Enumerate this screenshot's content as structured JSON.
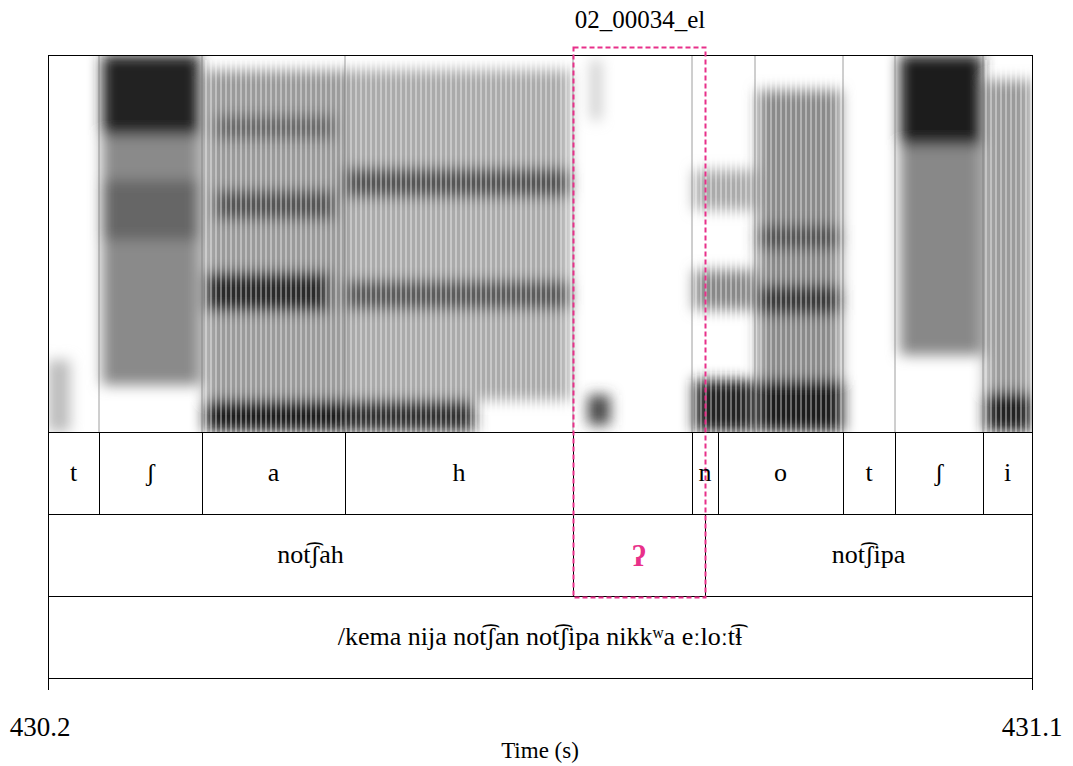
{
  "diagram": {
    "title": "02_00034_el",
    "nodes": [
      {
        "text": [
          "t"
        ]
      },
      {
        "text": [
          "ʃ"
        ]
      },
      {
        "text": [
          "a"
        ]
      },
      {
        "text": [
          "h"
        ]
      },
      {
        "text": [
          "n"
        ]
      },
      {
        "text": [
          "o"
        ]
      },
      {
        "text": [
          "t"
        ]
      },
      {
        "text": [
          "ʃ"
        ]
      },
      {
        "text": [
          "i"
        ]
      },
      {
        "text": [
          "not͡ʃah"
        ]
      },
      {
        "text": [
          "ʔ"
        ]
      },
      {
        "text": [
          "not͡ʃipa"
        ]
      },
      {
        "text": [
          "/kema nija not͡ʃan not͡ʃipa nikkʷa eːloːt͡ɬ"
        ]
      }
    ],
    "labels": [
      "430.2",
      "431.1",
      "Time (s)"
    ]
  }
}
